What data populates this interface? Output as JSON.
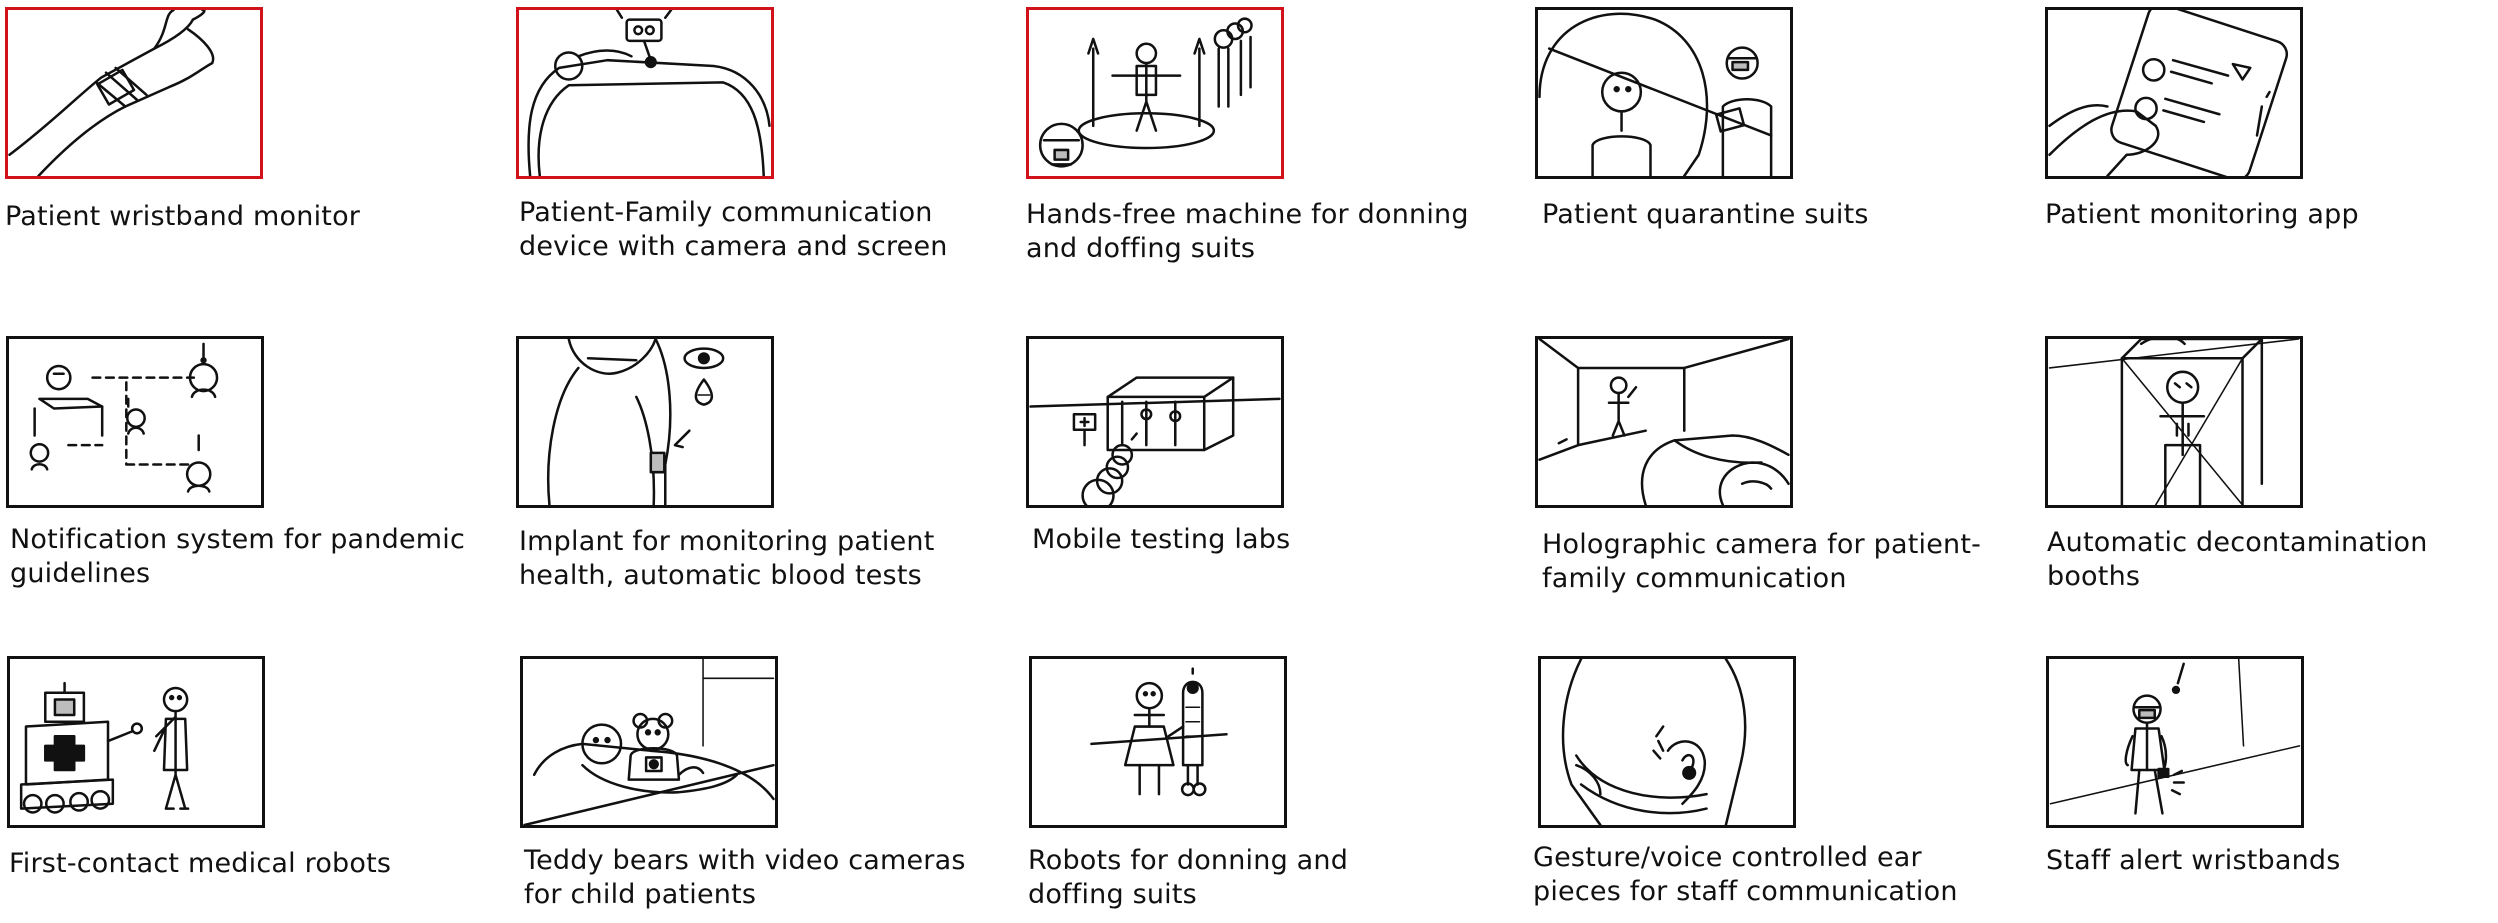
{
  "accent_color": "#d1121b",
  "concepts": [
    {
      "label": "Patient wristband monitor",
      "icon": "wristband-icon",
      "selected": true
    },
    {
      "label": "Patient-Family communication\ndevice with camera and screen",
      "icon": "camera-device-icon",
      "selected": true
    },
    {
      "label": "Hands-free machine for donning\nand doffing suits",
      "icon": "suit-machine-icon",
      "selected": true
    },
    {
      "label": "Patient quarantine suits",
      "icon": "quarantine-suit-icon",
      "selected": false
    },
    {
      "label": "Patient monitoring app",
      "icon": "phone-app-icon",
      "selected": false
    },
    {
      "label": "Notification system for pandemic\nguidelines",
      "icon": "notification-network-icon",
      "selected": false
    },
    {
      "label": "Implant for monitoring patient\nhealth, automatic blood tests",
      "icon": "implant-icon",
      "selected": false
    },
    {
      "label": "Mobile testing labs",
      "icon": "mobile-lab-icon",
      "selected": false
    },
    {
      "label": "Holographic camera for patient-\nfamily communication",
      "icon": "hologram-icon",
      "selected": false
    },
    {
      "label": "Automatic decontamination booths",
      "icon": "decontamination-booth-icon",
      "selected": false
    },
    {
      "label": "First-contact medical robots",
      "icon": "medical-robot-icon",
      "selected": false
    },
    {
      "label": "Teddy bears with video cameras\nfor child patients",
      "icon": "teddy-bear-icon",
      "selected": false
    },
    {
      "label": "Robots for donning and\ndoffing suits",
      "icon": "donning-robot-icon",
      "selected": false
    },
    {
      "label": "Gesture/voice controlled ear\npieces for staff communication",
      "icon": "earpiece-icon",
      "selected": false
    },
    {
      "label": "Staff alert wristbands",
      "icon": "staff-alert-icon",
      "selected": false
    }
  ]
}
